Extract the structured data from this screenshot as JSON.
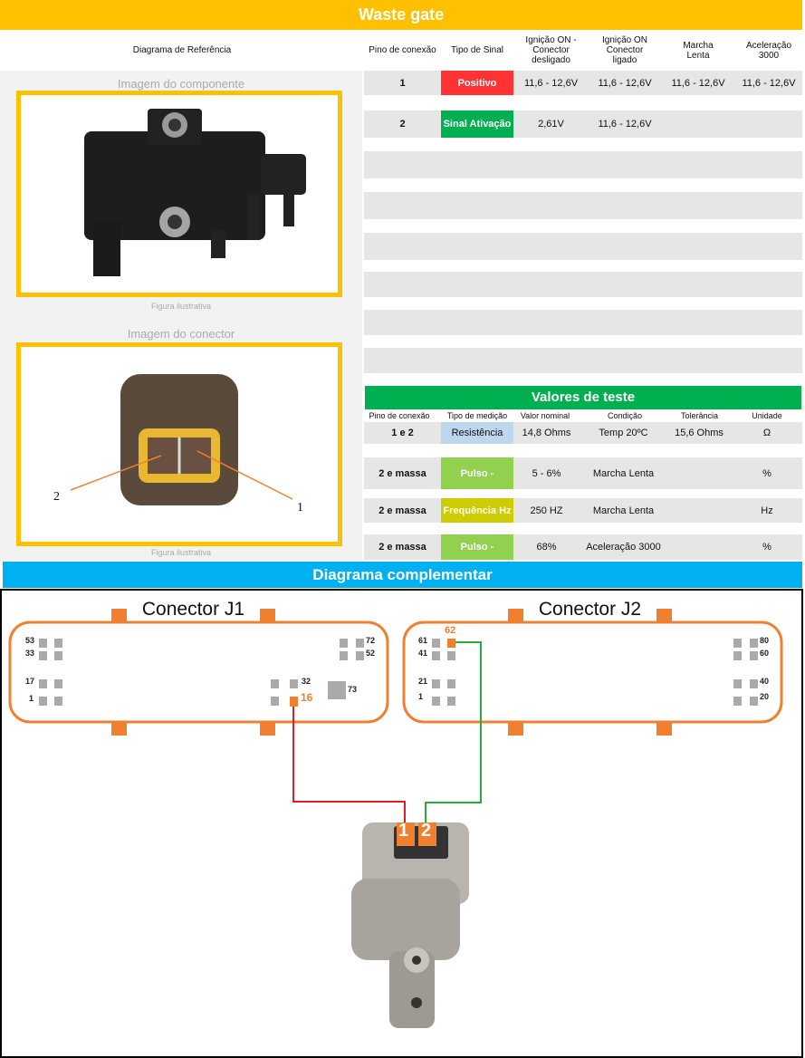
{
  "title": "Waste gate",
  "header": {
    "ref": "Diagrama de Referência",
    "pin": "Pino de conexão",
    "type": "Tipo de Sinal",
    "ign_off": "Ignição ON - Conector desligado",
    "ign_on": "Ignição ON Conector ligado",
    "idle": "Marcha Lenta",
    "accel": "Aceleração 3000"
  },
  "left": {
    "component_label": "Imagem do componente",
    "fig1": "Figura ilustrativa",
    "connector_label": "Imagem do conector",
    "fig2": "Figura ilustrativa",
    "pin1": "1",
    "pin2": "2"
  },
  "pins": [
    {
      "pin": "1",
      "type": "Positivo",
      "color": "#ff3333",
      "ign_off": "11,6 - 12,6V",
      "ign_on": "11,6 - 12,6V",
      "idle": "11,6 - 12,6V",
      "accel": "11,6 - 12,6V"
    },
    {
      "pin": "2",
      "type": "Sinal Ativação",
      "color": "#00b050",
      "ign_off": "2,61V",
      "ign_on": "11,6 - 12,6V",
      "idle": "",
      "accel": ""
    }
  ],
  "tests": {
    "title": "Valores de teste",
    "headers": [
      "Pino de conexão",
      "Tipo de medição",
      "Valor nominal",
      "Condição",
      "Tolerância",
      "Unidade"
    ],
    "rows": [
      {
        "pin": "1 e 2",
        "type": "Resistência",
        "color": "#bdd7ee",
        "value": "14,8 Ohms",
        "cond": "Temp 20ºC",
        "tol": "15,6 Ohms",
        "unit": "Ω"
      },
      {
        "pin": "2 e massa",
        "type": "Pulso -",
        "color": "#92d050",
        "value": "5 - 6%",
        "cond": "Marcha Lenta",
        "tol": "",
        "unit": "%"
      },
      {
        "pin": "2 e massa",
        "type": "Frequência Hz",
        "color": "#cccc00",
        "value": "250 HZ",
        "cond": "Marcha Lenta",
        "tol": "",
        "unit": "Hz"
      },
      {
        "pin": "2 e massa",
        "type": "Pulso -",
        "color": "#92d050",
        "value": "68%",
        "cond": "Aceleração 3000",
        "tol": "",
        "unit": "%"
      }
    ]
  },
  "diagram": {
    "title": "Diagrama complementar",
    "j1": "Conector J1",
    "j2": "Conector J2",
    "j1_pins": [
      "53",
      "33",
      "17",
      "1",
      "72",
      "52",
      "32",
      "16",
      "73"
    ],
    "j2_pins": [
      "62",
      "61",
      "41",
      "21",
      "1",
      "80",
      "60",
      "40",
      "20"
    ],
    "comp_pins": [
      "1",
      "2"
    ]
  }
}
